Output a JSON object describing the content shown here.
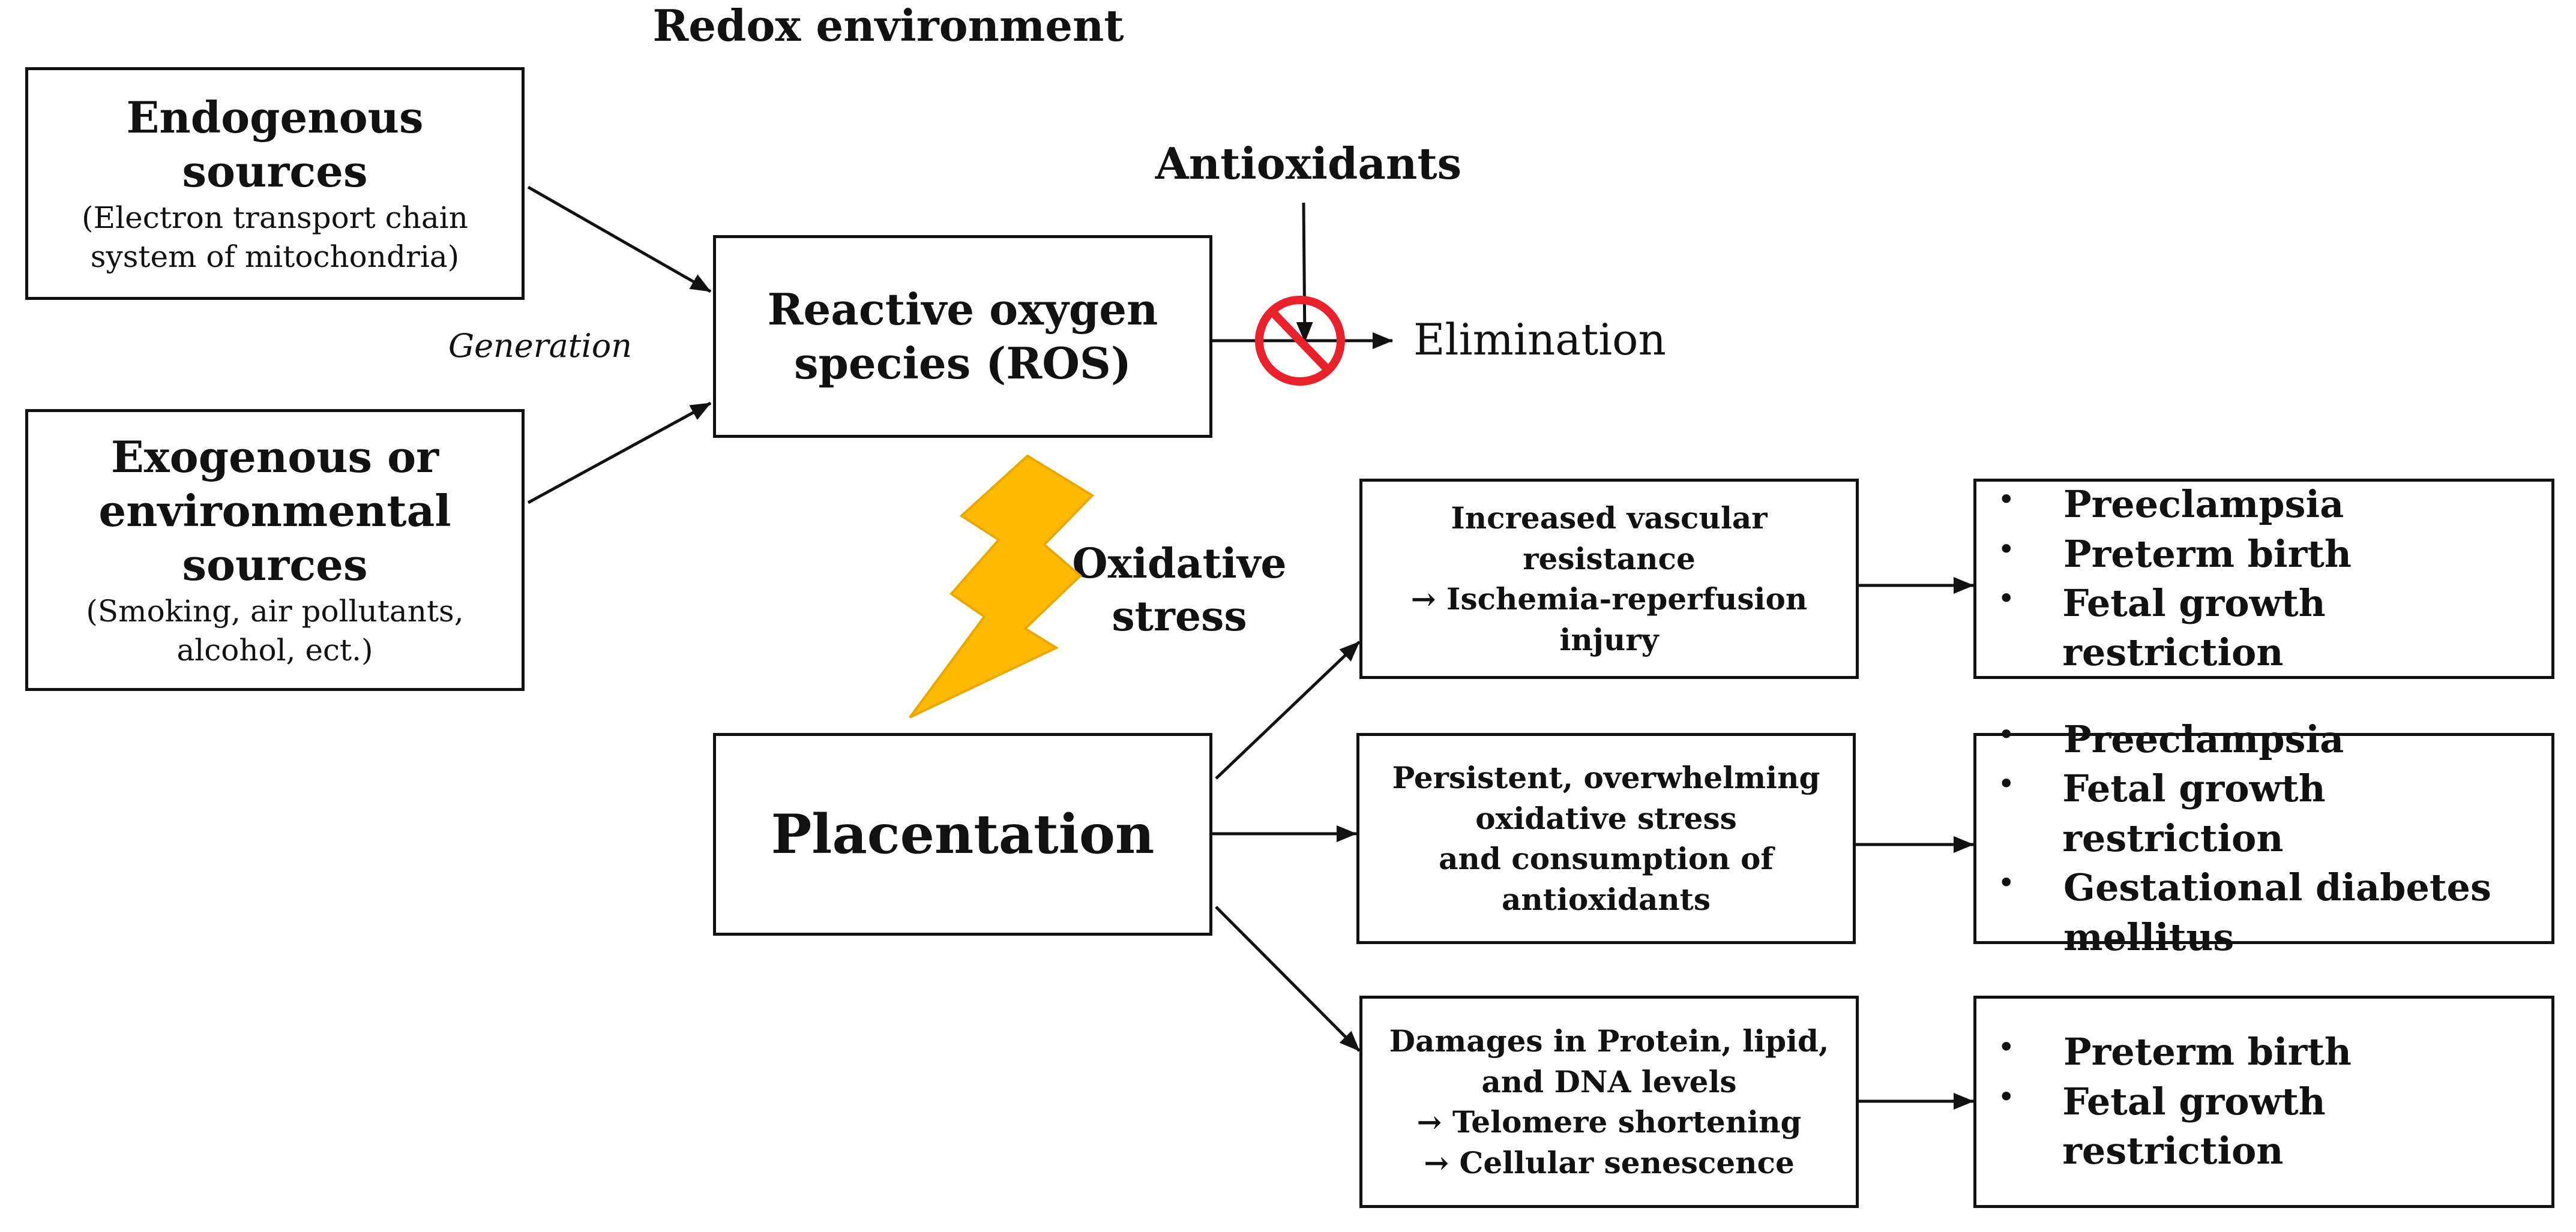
{
  "title": "Redox environment",
  "sources": {
    "endogenous": {
      "title": "Endogenous sources",
      "detail_1": "(Electron transport chain",
      "detail_2": "system of mitochondria)"
    },
    "exogenous": {
      "title_1": "Exogenous or",
      "title_2": "environmental",
      "title_3": "sources",
      "detail_1": "(Smoking, air pollutants,",
      "detail_2": "alcohol, ect.)"
    }
  },
  "generation_label": "Generation",
  "ros": {
    "line_1": "Reactive oxygen",
    "line_2": "species (ROS)"
  },
  "antioxidants_label": "Antioxidants",
  "elimination_label": "Elimination",
  "oxidative_stress": {
    "line_1": "Oxidative",
    "line_2": "stress"
  },
  "placentation_label": "Placentation",
  "mechanisms": [
    {
      "lines": [
        "Increased vascular",
        "resistance",
        "→ Ischemia-reperfusion",
        "injury"
      ]
    },
    {
      "lines": [
        "Persistent, overwhelming",
        "oxidative stress",
        "and consumption of",
        "antioxidants"
      ]
    },
    {
      "lines": [
        "Damages in Protein, lipid,",
        "and DNA levels",
        "→ Telomere shortening",
        "→ Cellular senescence"
      ]
    }
  ],
  "outcomes": [
    {
      "items": [
        "Preeclampsia",
        "Preterm birth",
        "Fetal growth restriction"
      ]
    },
    {
      "items": [
        "Preeclampsia",
        "Fetal growth restriction",
        "Gestational diabetes",
        "mellitus"
      ]
    },
    {
      "items": [
        "Preterm birth",
        "Fetal growth restriction"
      ]
    }
  ],
  "bullet": "•",
  "colors": {
    "lightning_fill": "#FDBA00",
    "lightning_stroke": "#E9A700",
    "prohibit_red": "#E8212B",
    "line": "#111111"
  }
}
